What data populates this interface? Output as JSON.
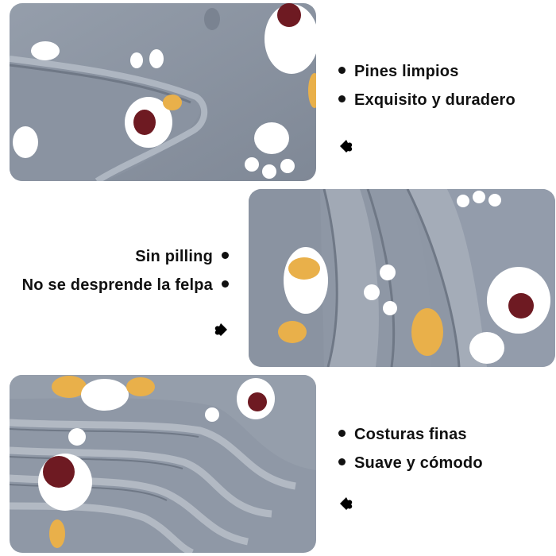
{
  "panels": [
    {
      "name": "blanket-photo-top",
      "description_icon": "fleece-blanket-edge"
    },
    {
      "name": "blanket-photo-middle",
      "description_icon": "fleece-blanket-folds"
    },
    {
      "name": "blanket-photo-bottom",
      "description_icon": "fleece-blanket-seams"
    }
  ],
  "features": {
    "group1": [
      "Pines limpios",
      "Exquisito y duradero"
    ],
    "group2": [
      "Sin pilling",
      "No se desprende la felpa"
    ],
    "group3": [
      "Costuras finas",
      "Suave y cómodo"
    ]
  },
  "colors": {
    "fabric": "#8f98a6",
    "fabric_light": "#aab2bd",
    "fabric_dark": "#6f7886",
    "paw_white": "#ffffff",
    "accent_maroon": "#6e1a22",
    "accent_yellow": "#e9b04a",
    "text": "#111111"
  },
  "icons": [
    "heart-bullet-icon"
  ]
}
